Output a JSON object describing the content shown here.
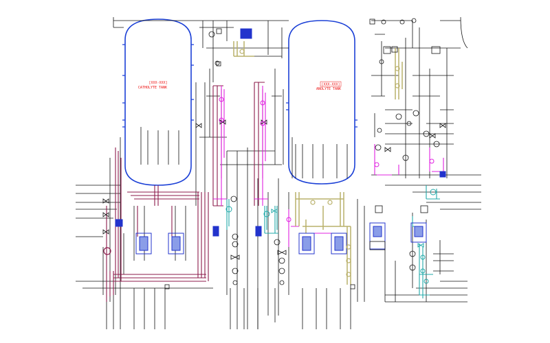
{
  "tanks": {
    "left": {
      "tag": "[XXX-XXX]",
      "name": "CATHOLYTE TANK"
    },
    "right": {
      "tag": "[XXX-XXX]",
      "name": "ANOLYTE TANK"
    }
  },
  "colors": {
    "background": "#ffffff",
    "tank_outline": "#1a3fd6",
    "line_black": "#111111",
    "line_maroon": "#8b1a4a",
    "line_magenta": "#e020e0",
    "line_olive": "#b9b06a",
    "line_teal": "#1fa8a8",
    "equipment_blue": "#2233cc",
    "text_red": "#ee1111"
  },
  "icons": [
    "valve-icon",
    "pump-icon",
    "instrument-bubble-icon",
    "flange-icon"
  ]
}
